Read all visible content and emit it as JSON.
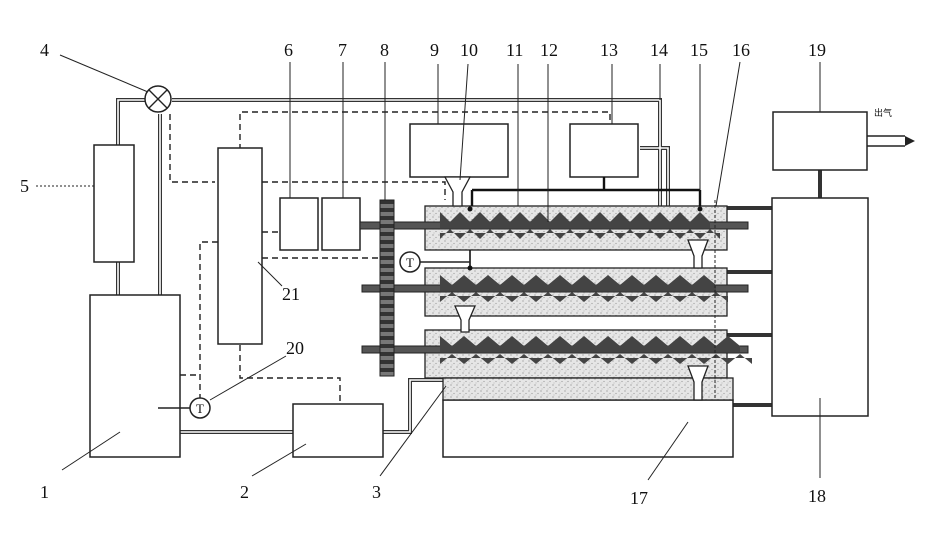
{
  "labels": {
    "l1": "1",
    "l2": "2",
    "l3": "3",
    "l4": "4",
    "l5": "5",
    "l6": "6",
    "l7": "7",
    "l8": "8",
    "l9": "9",
    "l10": "10",
    "l11": "11",
    "l12": "12",
    "l13": "13",
    "l14": "14",
    "l15": "15",
    "l16": "16",
    "l17": "17",
    "l18": "18",
    "l19": "19",
    "l20": "20",
    "l21": "21"
  },
  "sensor_symbol": "T",
  "outlet_text": "出气"
}
